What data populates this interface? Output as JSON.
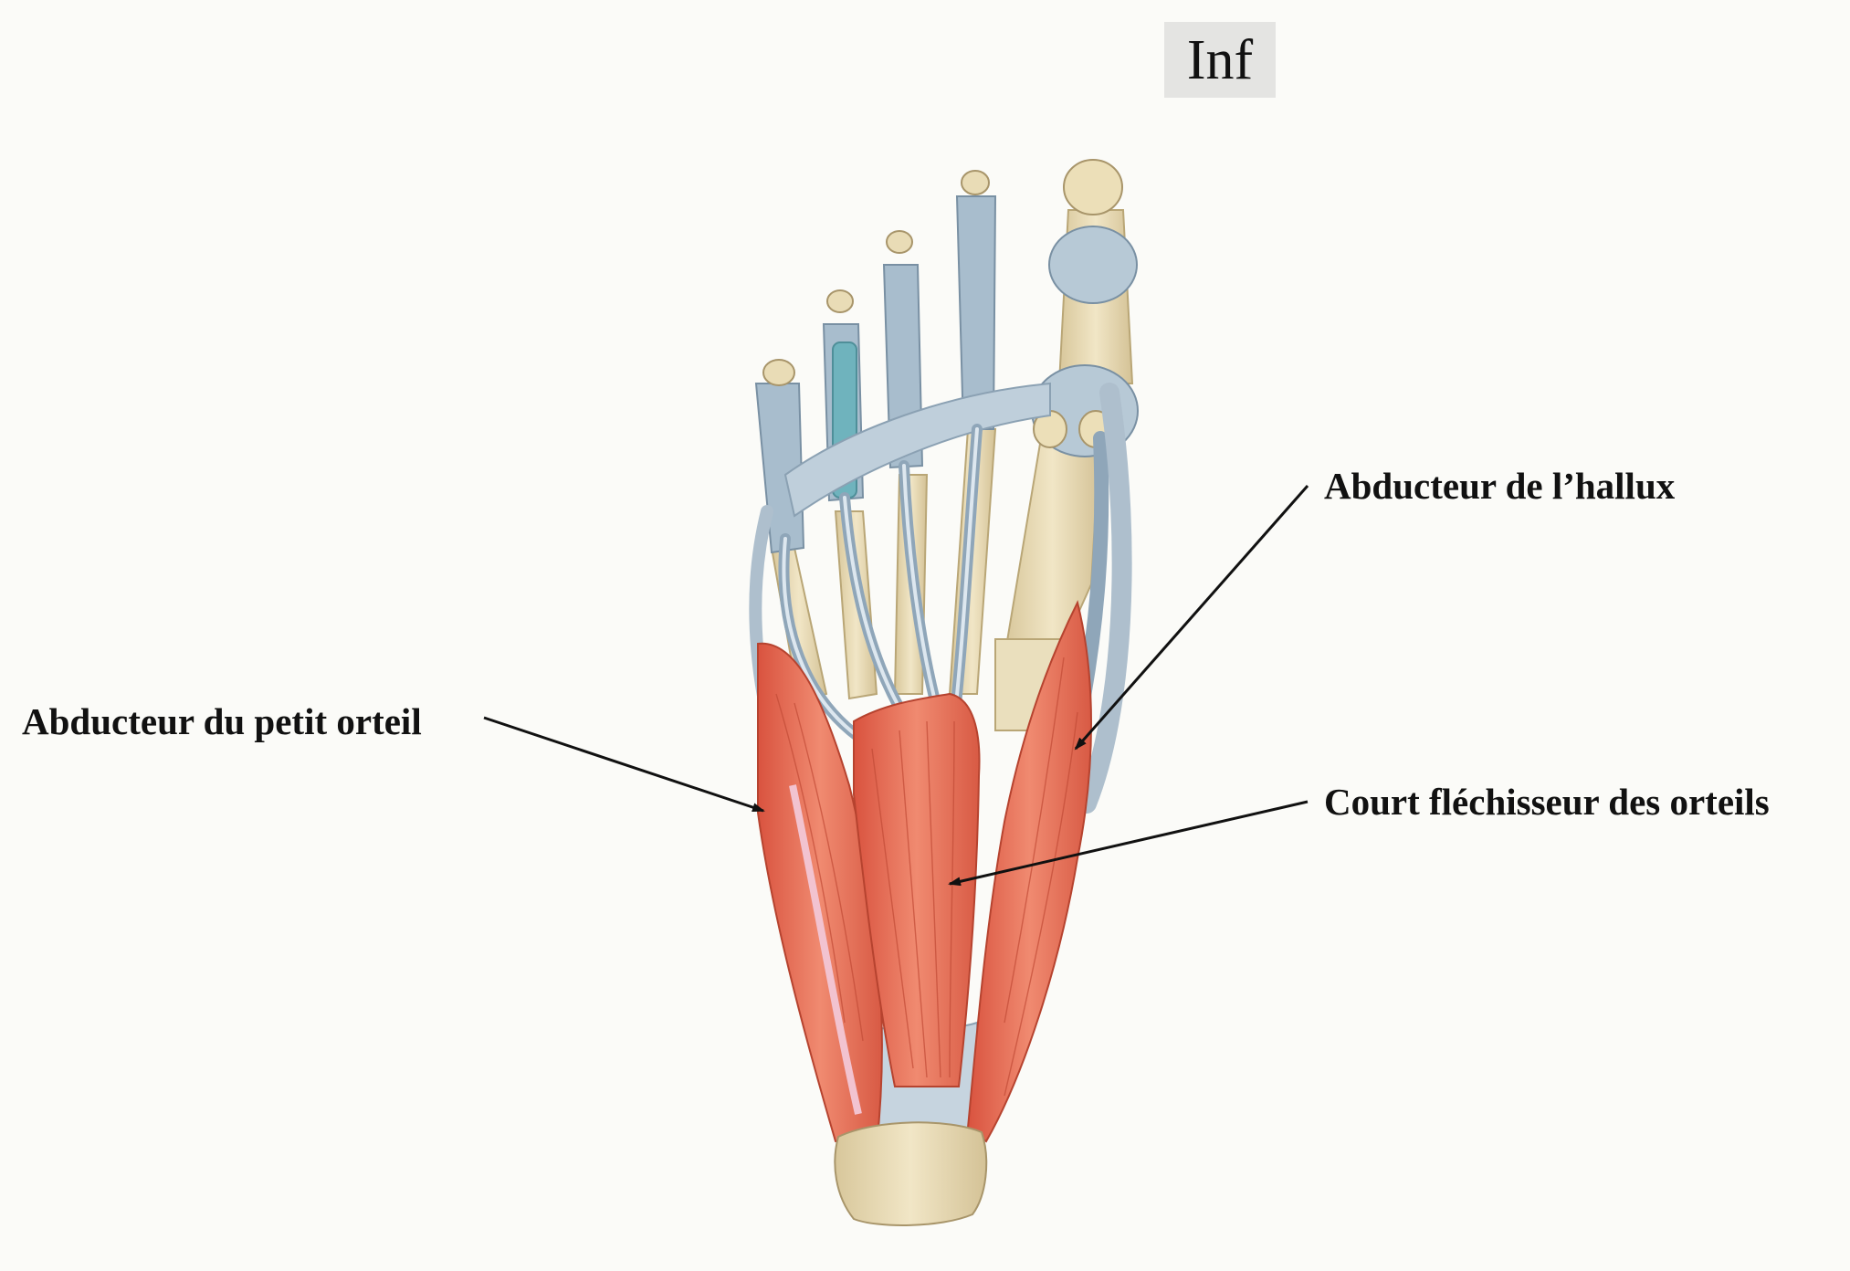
{
  "orientation_label": "Inf",
  "labels": {
    "abducteur_hallux": "Abducteur de l’hallux",
    "abducteur_petit_orteil": "Abducteur du petit orteil",
    "court_flechisseur": "Court fléchisseur des orteils"
  },
  "colors": {
    "background": "#fbfbf8",
    "muscle": "#e8735a",
    "bone": "#e6d9b3",
    "tendon": "#a9bccb",
    "tendon_sheath_highlight": "#6fb3bd",
    "arrow": "#111111"
  }
}
